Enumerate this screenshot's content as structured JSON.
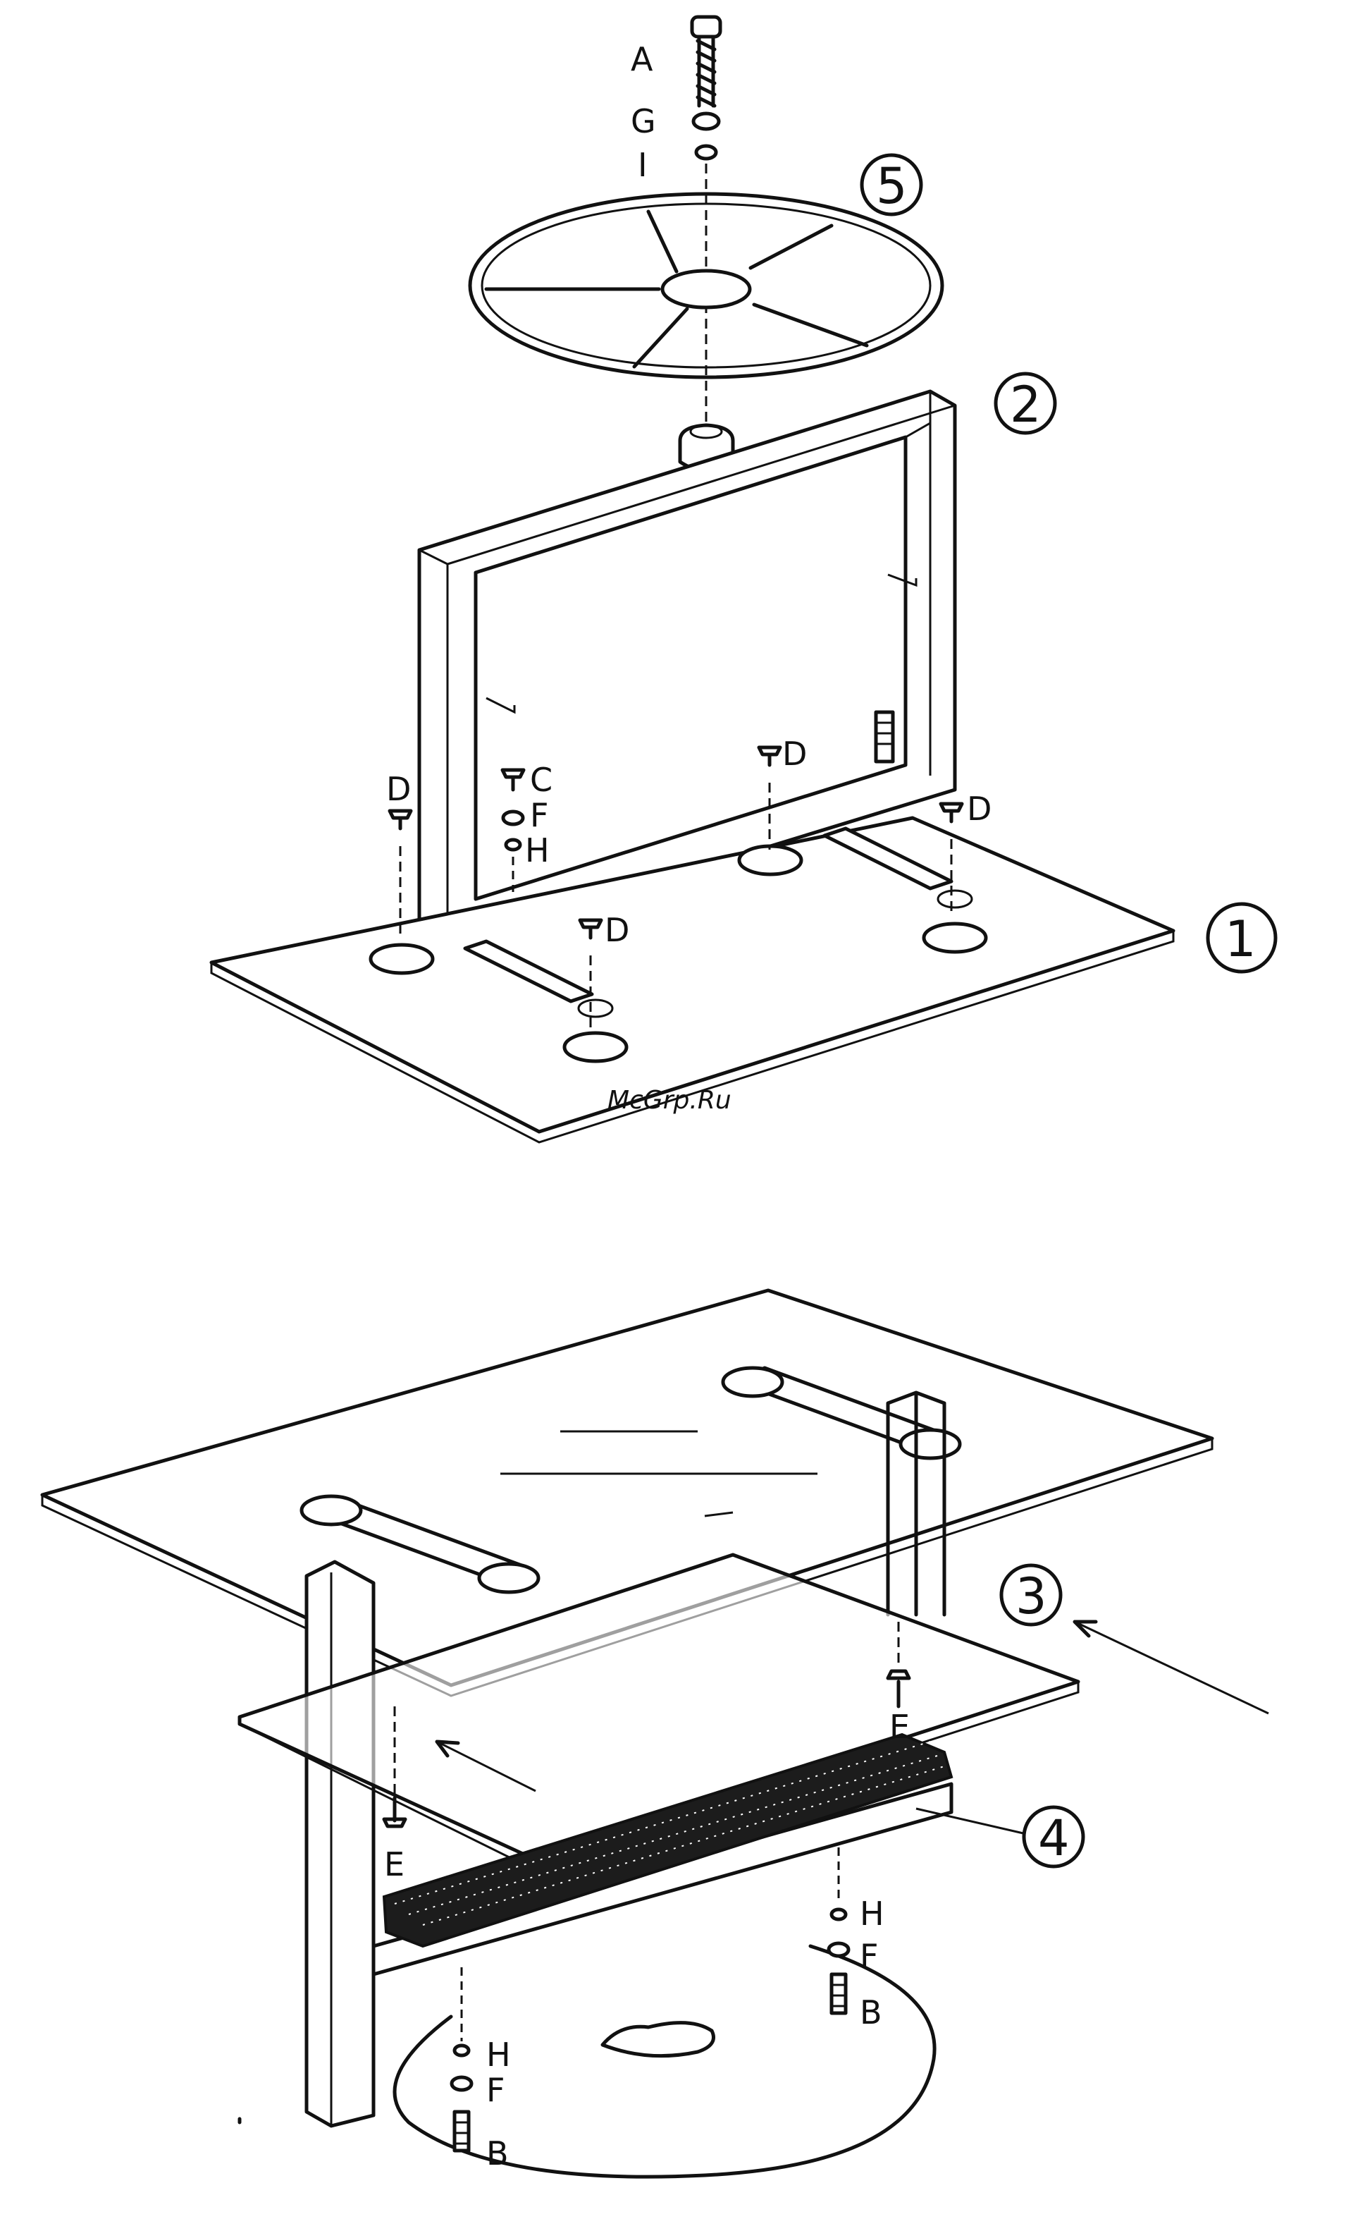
{
  "parts": {
    "p1": "1",
    "p2": "2",
    "p3": "3",
    "p4": "4",
    "p5": "5"
  },
  "hardware": {
    "A": "A",
    "G": "G",
    "I": "I",
    "C": "C",
    "F": "F",
    "H": "H",
    "D": "D",
    "E": "E",
    "B": "B"
  },
  "watermark": "McGrp.Ru"
}
